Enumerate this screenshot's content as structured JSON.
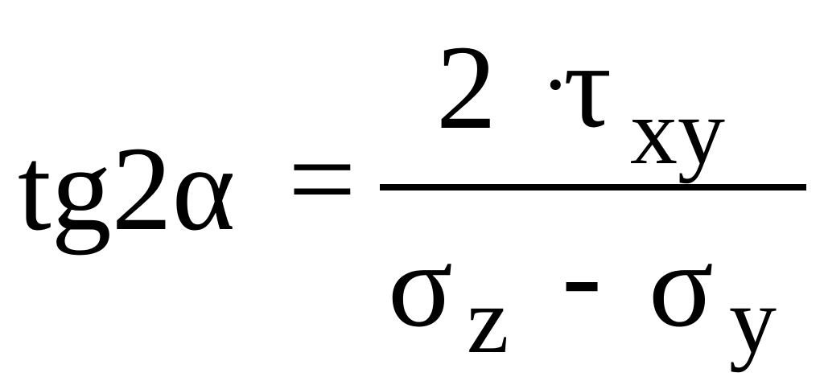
{
  "formula": {
    "lhs": "tg2α",
    "equals": "=",
    "numerator": {
      "coefficient": "2",
      "operator": "·",
      "symbol": "τ",
      "subscript": "xy"
    },
    "denominator": {
      "first_symbol": "σ",
      "first_subscript": "z",
      "operator": "-",
      "second_symbol": "σ",
      "second_subscript": "y"
    }
  },
  "colors": {
    "text": "#000000",
    "background": "#ffffff"
  }
}
